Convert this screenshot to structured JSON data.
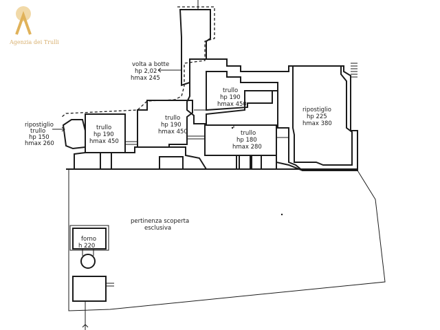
{
  "logo": {
    "text": "Agenzia dei Trulli",
    "color": "#d9a441"
  },
  "rooms": [
    {
      "id": "volta-a-botte",
      "lines": [
        "volta a botte",
        "hp 2,02",
        "hmax 245"
      ]
    },
    {
      "id": "trullo-centre-top",
      "lines": [
        "trullo",
        "hp 190",
        "hmax 450"
      ]
    },
    {
      "id": "trullo-left",
      "lines": [
        "trullo",
        "hp 190",
        "hmax 450"
      ]
    },
    {
      "id": "trullo-centre",
      "lines": [
        "trullo",
        "hp 190",
        "hmax 450"
      ]
    },
    {
      "id": "trullo-low",
      "lines": [
        "trullo",
        "hp 180",
        "hmax 280"
      ]
    },
    {
      "id": "ripostiglio-right",
      "lines": [
        "ripostiglio",
        "hp 225",
        "hmax 380"
      ]
    },
    {
      "id": "ripostiglio-trullo",
      "lines": [
        "ripostiglio",
        "trullo",
        "hp 150",
        "hmax 260"
      ]
    },
    {
      "id": "pertinenza",
      "lines": [
        "pertinenza scoperta",
        "esclusiva"
      ]
    },
    {
      "id": "forno",
      "lines": [
        "forno",
        "h 220"
      ]
    }
  ]
}
